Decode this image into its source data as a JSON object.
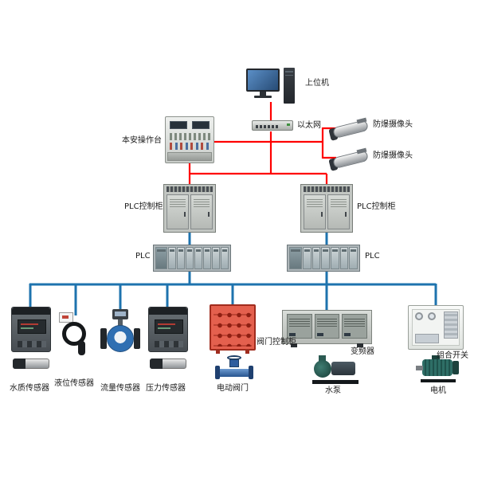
{
  "colors": {
    "network_line": "#ff0000",
    "field_line": "#1e73ae"
  },
  "nodes": {
    "host_computer": "上位机",
    "ethernet": "以太网",
    "console": "本安操作台",
    "camera_top": "防爆摄像头",
    "camera_bottom": "防爆摄像头",
    "plc_cabinet_left": "PLC控制柜",
    "plc_cabinet_right": "PLC控制柜",
    "plc_left": "PLC",
    "plc_right": "PLC",
    "water_quality_sensor": "水质传感器",
    "level_sensor": "液位传感器",
    "flow_sensor": "流量传感器",
    "pressure_sensor": "压力传感器",
    "valve_control_cabinet": "阀门控制柜",
    "electric_valve": "电动阀门",
    "frequency_converter": "变频器",
    "water_pump": "水泵",
    "combination_switch": "组合开关",
    "motor": "电机"
  }
}
